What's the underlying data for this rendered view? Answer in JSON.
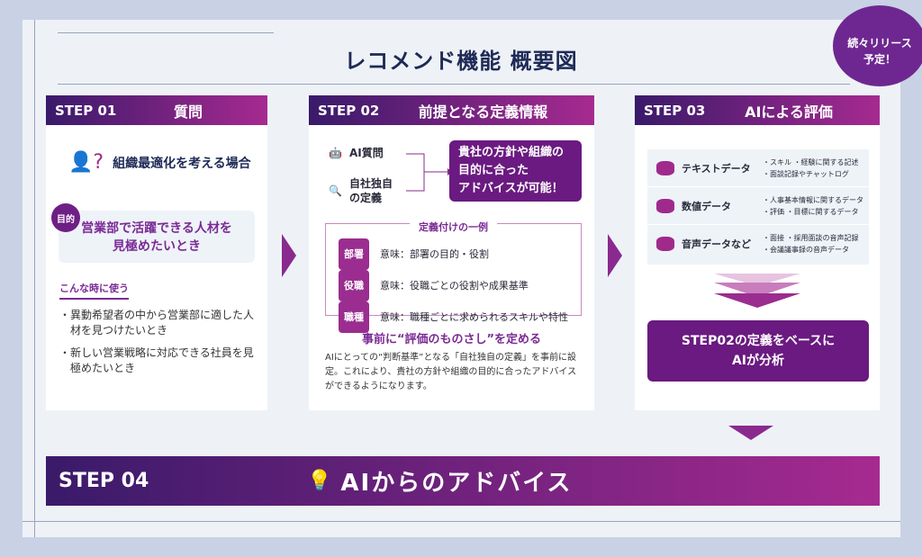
{
  "title": "レコメンド機能 概要図",
  "release_badge": {
    "line1": "続々リリース",
    "line2": "予定！"
  },
  "step1": {
    "step": "STEP 01",
    "title": "質問",
    "scenario": "組織最適化を考える場合",
    "purpose_label": "目的",
    "purpose_line1": "営業部で活躍できる人材を",
    "purpose_line2": "見極めたいとき",
    "usecase_label": "こんな時に使う",
    "usecases": [
      "異動希望者の中から営業部に適した人材を見つけたいとき",
      "新しい営業戦略に対応できる社員を見極めたいとき"
    ]
  },
  "step2": {
    "step": "STEP 02",
    "title": "前提となる定義情報",
    "input1": "AI質問",
    "input2_line1": "自社独自",
    "input2_line2": "の定義",
    "result_line1": "貴社の方針や組織の",
    "result_line2": "目的に合った",
    "result_line3": "アドバイスが可能！",
    "example_label": "定義付けの一例",
    "examples": [
      {
        "tag": "部署",
        "text": "意味：部署の目的・役割"
      },
      {
        "tag": "役職",
        "text": "意味：役職ごとの役割や成果基準"
      },
      {
        "tag": "職種",
        "text": "意味：職種ごとに求められるスキルや特性"
      }
    ],
    "heading": "事前に“評価のものさし”を定める",
    "description": "AIにとっての“判断基準”となる「自社独自の定義」を事前に設定。これにより、貴社の方針や組織の目的に合ったアドバイスができるようになります。"
  },
  "step3": {
    "step": "STEP 03",
    "title": "AIによる評価",
    "data": [
      {
        "name": "テキストデータ",
        "items": [
          "・スキル ・経験に関する記述",
          "・面談記録やチャットログ"
        ]
      },
      {
        "name": "数値データ",
        "items": [
          "・人事基本情報に関するデータ",
          "・評価 ・目標に関するデータ"
        ]
      },
      {
        "name": "音声データなど",
        "items": [
          "・面接 ・採用面談の音声記録",
          "・会議議事録の音声データ"
        ]
      }
    ],
    "result_line1": "STEP02の定義をベースに",
    "result_line2": "AIが分析"
  },
  "step4": {
    "step": "STEP 04",
    "title": "AIからのアドバイス"
  },
  "colors": {
    "accent": "#7b2a95",
    "grad_start": "#3a1a6a",
    "grad_end": "#a62a90"
  }
}
